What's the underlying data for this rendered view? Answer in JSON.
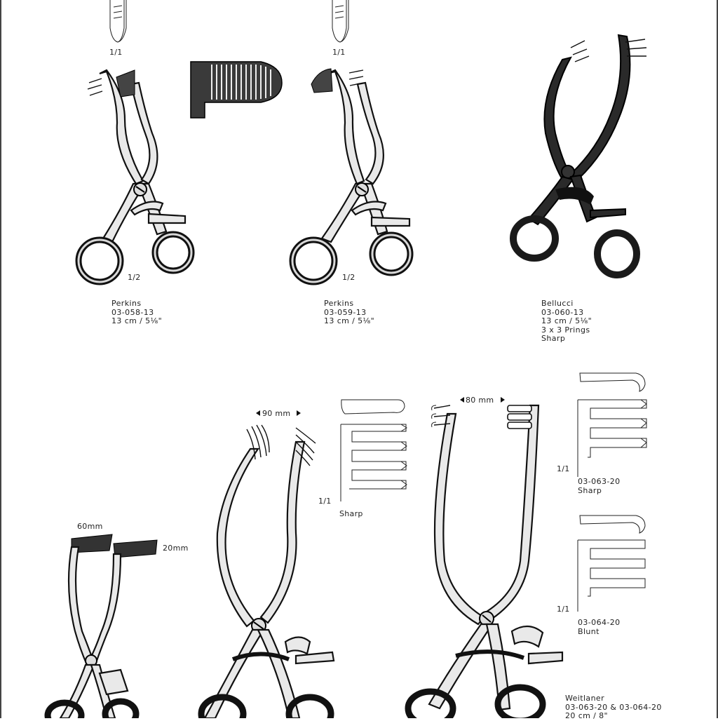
{
  "scales": {
    "top_left": "1/1",
    "top_mid": "1/1",
    "perkins_a": "1/2",
    "perkins_b": "1/2",
    "sharp_detail": "1/1",
    "sharp_detail_right": "1/1",
    "blunt_detail_right": "1/1"
  },
  "dimensions": {
    "d60": "60mm",
    "d20": "20mm",
    "d90": "90 mm",
    "d80": "80 mm"
  },
  "products": [
    {
      "name": "Perkins",
      "code": "03-058-13",
      "size": "13 cm / 5⅛\""
    },
    {
      "name": "Perkins",
      "code": "03-059-13",
      "size": "13 cm / 5⅛\""
    },
    {
      "name": "Bellucci",
      "code": "03-060-13",
      "size": "13 cm / 5⅛\"",
      "extra1": "3 x 3 Prings",
      "extra2": "Sharp"
    }
  ],
  "details": {
    "sharp_left": "Sharp",
    "sharp_right_code": "03-063-20",
    "sharp_right": "Sharp",
    "blunt_code": "03-064-20",
    "blunt": "Blunt"
  },
  "weitlaner": {
    "name": "Weitlaner",
    "codes": "03-063-20 & 03-064-20",
    "size": "20 cm / 8\""
  }
}
